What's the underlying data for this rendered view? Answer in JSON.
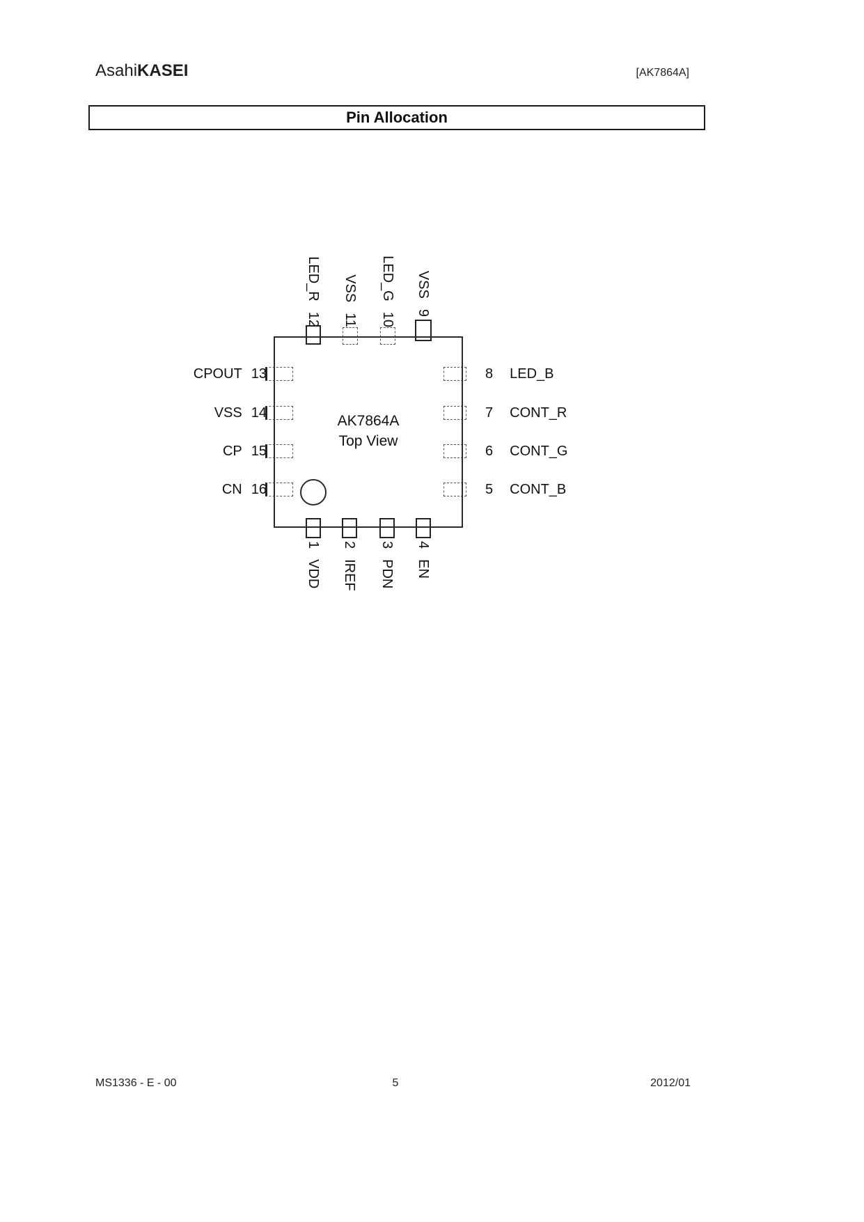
{
  "header": {
    "logo": {
      "part1": "Asahi",
      "part2": "KASEI"
    },
    "doc_ref": "[AK7864A]"
  },
  "section_title": "Pin Allocation",
  "chip": {
    "name": "AK7864A",
    "view_label": "Top View"
  },
  "pins": {
    "top": [
      {
        "number": "12",
        "name": "LED_R"
      },
      {
        "number": "11",
        "name": "VSS"
      },
      {
        "number": "10",
        "name": "LED_G"
      },
      {
        "number": "9",
        "name": "VSS"
      }
    ],
    "left": [
      {
        "number": "13",
        "name": "CPOUT"
      },
      {
        "number": "14",
        "name": "VSS"
      },
      {
        "number": "15",
        "name": "CP"
      },
      {
        "number": "16",
        "name": "CN"
      }
    ],
    "right": [
      {
        "number": "8",
        "name": "LED_B"
      },
      {
        "number": "7",
        "name": "CONT_R"
      },
      {
        "number": "6",
        "name": "CONT_G"
      },
      {
        "number": "5",
        "name": "CONT_B"
      }
    ],
    "bottom": [
      {
        "number": "1",
        "name": "VDD"
      },
      {
        "number": "2",
        "name": "IREF"
      },
      {
        "number": "3",
        "name": "PDN"
      },
      {
        "number": "4",
        "name": "EN"
      }
    ]
  },
  "footer": {
    "doc_number": "MS1336 - E - 00",
    "page": "5",
    "date": "2012/01"
  }
}
